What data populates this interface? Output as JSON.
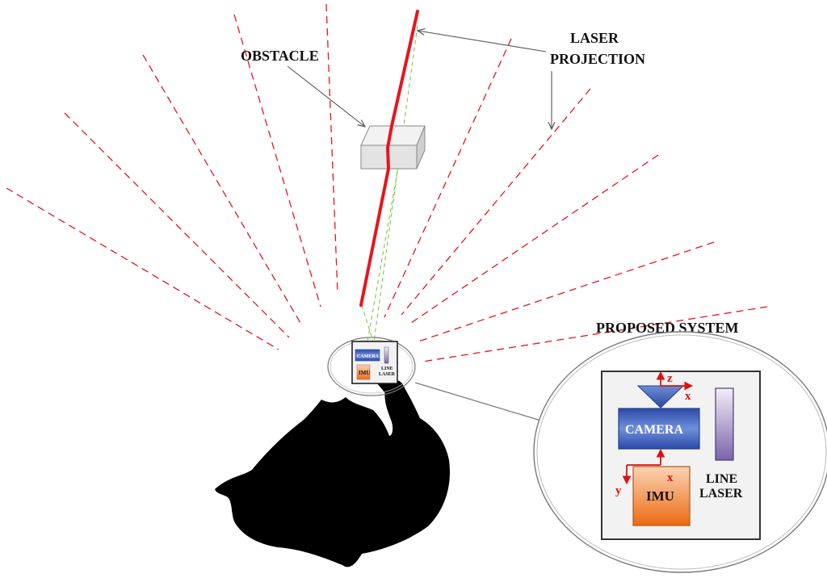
{
  "labels": {
    "obstacle": "OBSTACLE",
    "laser_projection_line1": "LASER",
    "laser_projection_line2": "PROJECTION",
    "proposed_system": "PROPOSED SYSTEM"
  },
  "device": {
    "camera": "CAMERA",
    "imu": "IMU",
    "line_laser_line1": "LINE",
    "line_laser_line2": "LASER",
    "mini_camera": "CAMERA",
    "mini_imu": "IMU",
    "mini_line": "LINE",
    "mini_laser": "LASER"
  },
  "axes": {
    "camera_z": "z",
    "camera_x": "x",
    "imu_x": "x",
    "imu_y": "y"
  },
  "colors": {
    "laser_red": "#e8141c",
    "dashed_red": "#e8141c",
    "dashed_green": "#7ac943",
    "camera_blue": "#3b5cb8",
    "imu_orange": "#f07d2a",
    "laser_purple": "#8b7bb5"
  }
}
